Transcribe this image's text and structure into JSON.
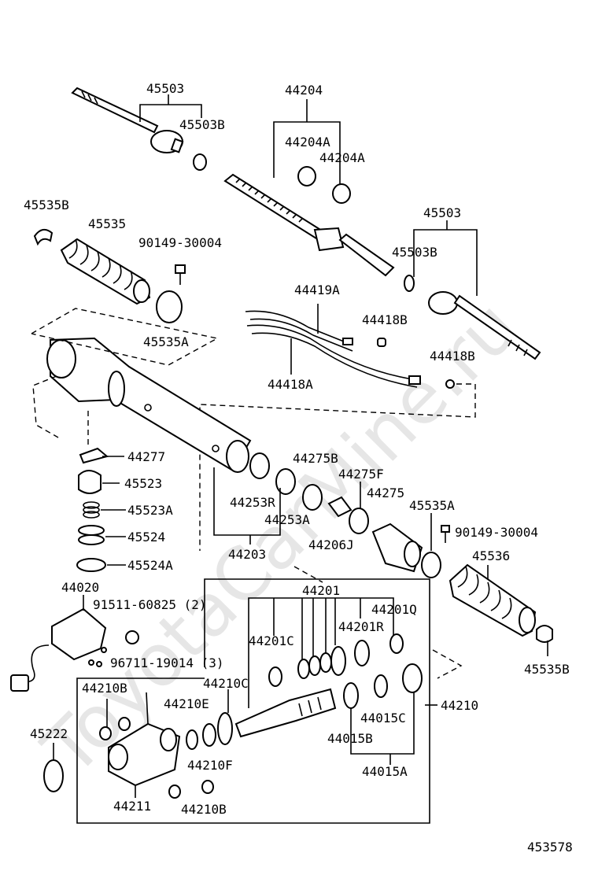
{
  "watermark": "ToyotaCarMine.ru",
  "diagram_id": "453578",
  "labels": {
    "p45503_top": "45503",
    "p45503B_top": "45503B",
    "p44204": "44204",
    "p44204A_1": "44204A",
    "p44204A_2": "44204A",
    "p45535B_top": "45535B",
    "p45535": "45535",
    "p90149_top": "90149-30004",
    "p45503_right": "45503",
    "p45503B_right": "45503B",
    "p44419A": "44419A",
    "p44418B_1": "44418B",
    "p44418B_2": "44418B",
    "p45535A_top": "45535A",
    "p44418A": "44418A",
    "p44277": "44277",
    "p45523": "45523",
    "p45523A": "45523A",
    "p45524": "45524",
    "p45524A": "45524A",
    "p44275B": "44275B",
    "p44275F": "44275F",
    "p44275": "44275",
    "p45535A_right": "45535A",
    "p90149_right": "90149-30004",
    "p44253R": "44253R",
    "p44253A": "44253A",
    "p44206J": "44206J",
    "p44203": "44203",
    "p45536": "45536",
    "p44020": "44020",
    "p91511": "91511-60825 (2)",
    "p44201": "44201",
    "p44201Q": "44201Q",
    "p44201R": "44201R",
    "p44201C": "44201C",
    "p96711": "96711-19014 (3)",
    "p44210C": "44210C",
    "p44210B_top": "44210B",
    "p44210E": "44210E",
    "p44210": "44210",
    "p44015C": "44015C",
    "p44015B": "44015B",
    "p45535B_bottom": "45535B",
    "p45222": "45222",
    "p44210F": "44210F",
    "p44015A": "44015A",
    "p44211": "44211",
    "p44210B_bottom": "44210B"
  }
}
